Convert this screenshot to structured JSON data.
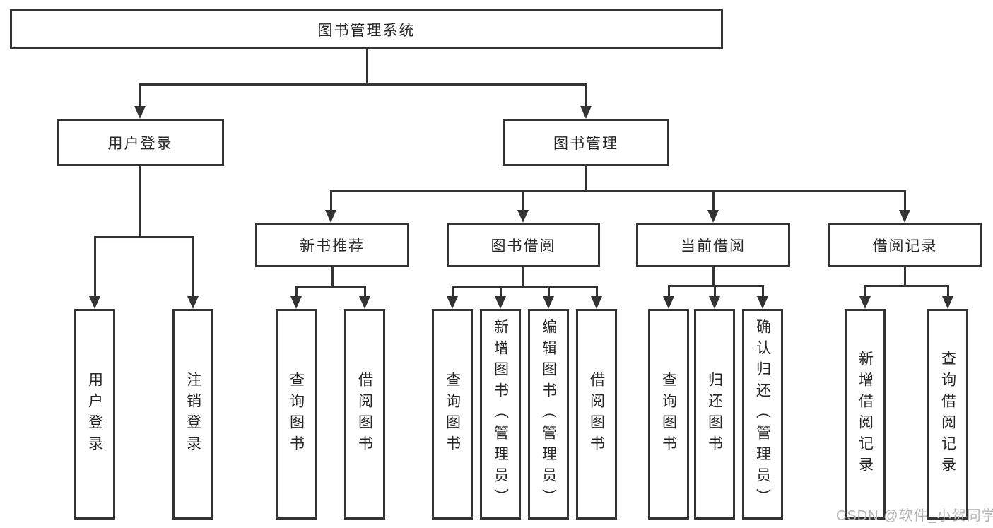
{
  "diagram": {
    "root_label": "图书管理系统",
    "branches": [
      {
        "label": "用户登录",
        "children": [
          {
            "label": "用户登录"
          },
          {
            "label": "注销登录"
          }
        ]
      },
      {
        "label": "图书管理",
        "children": [
          {
            "label": "新书推荐",
            "children": [
              {
                "label": "查询图书"
              },
              {
                "label": "借阅图书"
              }
            ]
          },
          {
            "label": "图书借阅",
            "children": [
              {
                "label": "查询图书"
              },
              {
                "label": "新增图书（管理员）"
              },
              {
                "label": "编辑图书（管理员）"
              },
              {
                "label": "借阅图书"
              }
            ]
          },
          {
            "label": "当前借阅",
            "children": [
              {
                "label": "查询图书"
              },
              {
                "label": "归还图书"
              },
              {
                "label": "确认归还（管理员）"
              }
            ]
          },
          {
            "label": "借阅记录",
            "children": [
              {
                "label": "新增借阅记录"
              },
              {
                "label": "查询借阅记录"
              }
            ]
          }
        ]
      }
    ]
  },
  "watermark": "CSDN @软件_小贺同学",
  "colors": {
    "border": "#333333",
    "line": "#333333",
    "text": "#262626",
    "watermark": "#b5b5b5",
    "background": "#ffffff"
  }
}
